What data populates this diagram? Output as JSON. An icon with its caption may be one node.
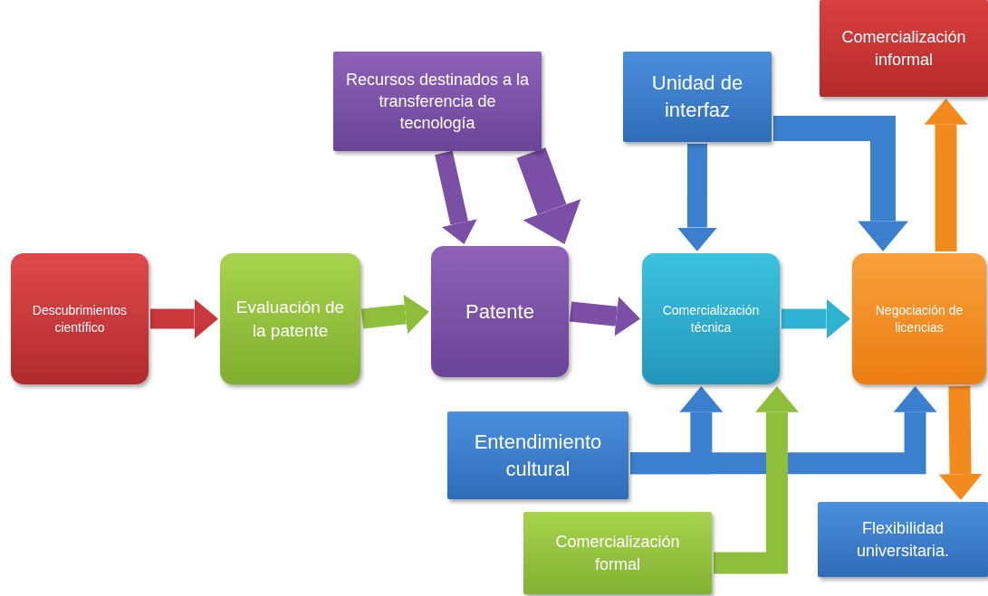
{
  "diagram": {
    "nodes": [
      {
        "text": [
          "Descubrimientos científico"
        ]
      },
      {
        "text": [
          "Evaluación de la patente"
        ]
      },
      {
        "text": [
          "Patente"
        ]
      },
      {
        "text": [
          "Comercialización técnica"
        ]
      },
      {
        "text": [
          "Negociación de licencias"
        ]
      },
      {
        "text": [
          "Recursos destinados a la transferencia de tecnología"
        ]
      },
      {
        "text": [
          "Unidad de interfaz"
        ]
      },
      {
        "text": [
          "Comercialización informal"
        ]
      },
      {
        "text": [
          "Entendimiento cultural"
        ]
      },
      {
        "text": [
          "Comercialización formal"
        ]
      },
      {
        "text": [
          "Flexibilidad universitaria."
        ]
      }
    ],
    "edges": [
      {
        "from": 0,
        "to": 1,
        "arrow": "to",
        "color": "#c8373a"
      },
      {
        "from": 1,
        "to": 2,
        "arrow": "to",
        "color": "#8fbf3a"
      },
      {
        "from": 2,
        "to": 3,
        "arrow": "to",
        "color": "#7b4fa6"
      },
      {
        "from": 3,
        "to": 4,
        "arrow": "to",
        "color": "#2fb3d3"
      },
      {
        "from": 5,
        "to": 2,
        "arrow": "to",
        "color": "#7b4fa6"
      },
      {
        "from": 5,
        "to": 2,
        "arrow": "to",
        "color": "#7b4fa6"
      },
      {
        "from": 6,
        "to": 3,
        "arrow": "to"
      },
      {
        "from": 6,
        "to": 4,
        "arrow": "to"
      },
      {
        "from": 4,
        "to": 7,
        "arrow": "to",
        "color": "#f28a1e"
      },
      {
        "from": 4,
        "to": 10,
        "arrow": "to",
        "color": "#f28a1e"
      },
      {
        "from": 8,
        "to": 3,
        "arrow": "to"
      },
      {
        "from": 8,
        "to": 4,
        "arrow": "to"
      },
      {
        "from": 9,
        "to": 3,
        "arrow": "to",
        "color": "#8fbf3a"
      }
    ]
  }
}
